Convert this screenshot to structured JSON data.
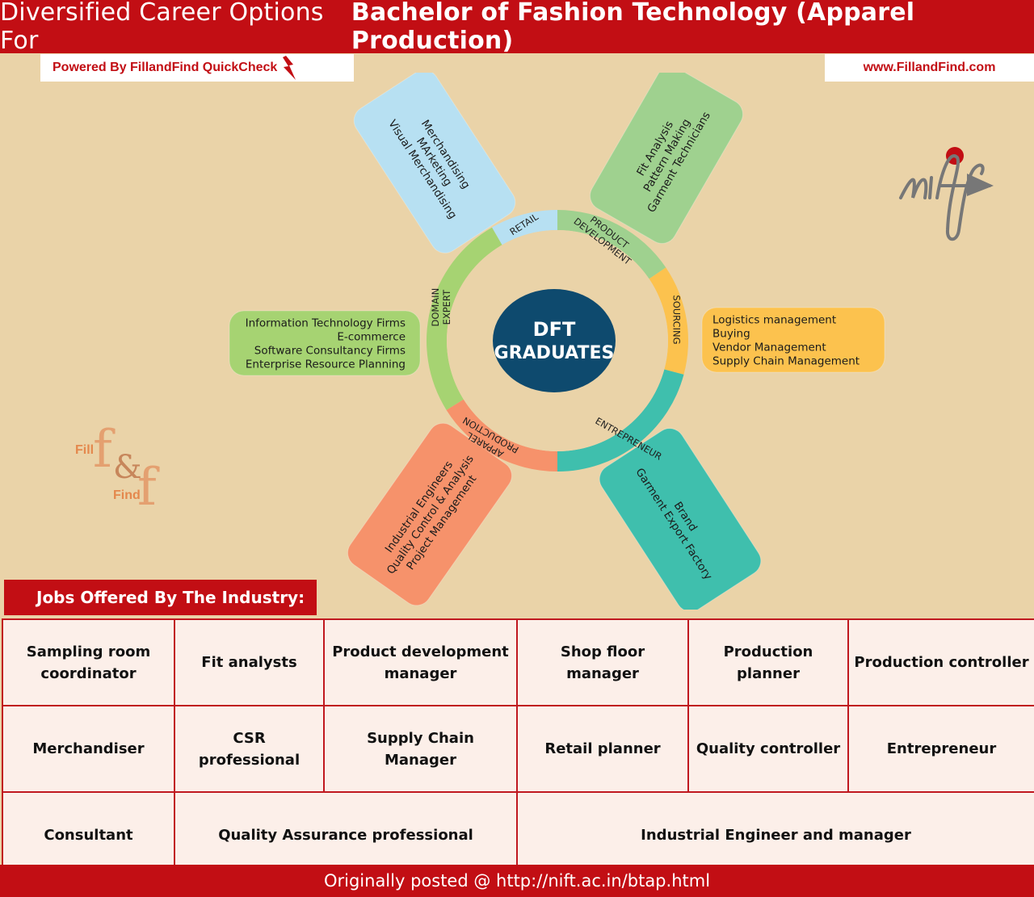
{
  "header": {
    "title_prefix": "Diversified Career Options For",
    "title_bold": "Bachelor of Fashion Technology (Apparel Production)",
    "powered_by": "Powered By FillandFind QuickCheck",
    "website": "www.FillandFind.com"
  },
  "colors": {
    "brand_red": "#c20e14",
    "background": "#ead3a8",
    "center_circle": "#0e4a6e",
    "retail": "#b7e0f2",
    "product_development": "#9fd18f",
    "sourcing": "#fcc24e",
    "entrepreneur": "#3fbfad",
    "apparel_production": "#f6926b",
    "domain_expert": "#a6d372"
  },
  "center": {
    "line1": "DFT",
    "line2": "GRADUATES"
  },
  "segments": [
    {
      "id": "retail",
      "label_lines": [
        "RETAIL"
      ],
      "items": [
        "Merchandising",
        "MArketing",
        "Visual Merchandising"
      ]
    },
    {
      "id": "product_development",
      "label_lines": [
        "PRODUCT",
        "DEVELOPMENT"
      ],
      "items": [
        "Fit Analysis",
        "Pattern Making",
        "Garment Technicians"
      ]
    },
    {
      "id": "sourcing",
      "label_lines": [
        "SOURCING"
      ],
      "items": [
        "Logistics management",
        "Buying",
        "Vendor Management",
        "Supply Chain Management"
      ]
    },
    {
      "id": "entrepreneur",
      "label_lines": [
        "ENTREPRENEUR"
      ],
      "items": [
        "Brand",
        "Garment Export Factory"
      ]
    },
    {
      "id": "apparel_production",
      "label_lines": [
        "APPAREL",
        "PRODUCTION"
      ],
      "items": [
        "Industrial Engineers",
        "Quality Control & Analysis",
        "Project Management"
      ]
    },
    {
      "id": "domain_expert",
      "label_lines": [
        "DOMAIN",
        "EXPERT"
      ],
      "items": [
        "Information Technology Firms",
        "E-commerce",
        "Software Consultancy Firms",
        "Enterprise Resource Planning"
      ]
    }
  ],
  "logos": {
    "nift_text": "nift",
    "ff_fill": "Fill",
    "ff_find": "Find",
    "ff_mark": "f&f"
  },
  "jobs": {
    "heading": "Jobs Offered By The Industry:",
    "rows": [
      [
        "Sampling room coordinator",
        "Fit analysts",
        "Product development manager",
        "Shop floor manager",
        "Production planner",
        "Production controller"
      ],
      [
        "Merchandiser",
        "CSR professional",
        "Supply Chain Manager",
        "Retail planner",
        "Quality controller",
        "Entrepreneur"
      ],
      [
        "Consultant",
        "Quality Assurance professional",
        "Industrial Engineer and manager"
      ]
    ]
  },
  "footer": "Originally posted @ http://nift.ac.in/btap.html"
}
